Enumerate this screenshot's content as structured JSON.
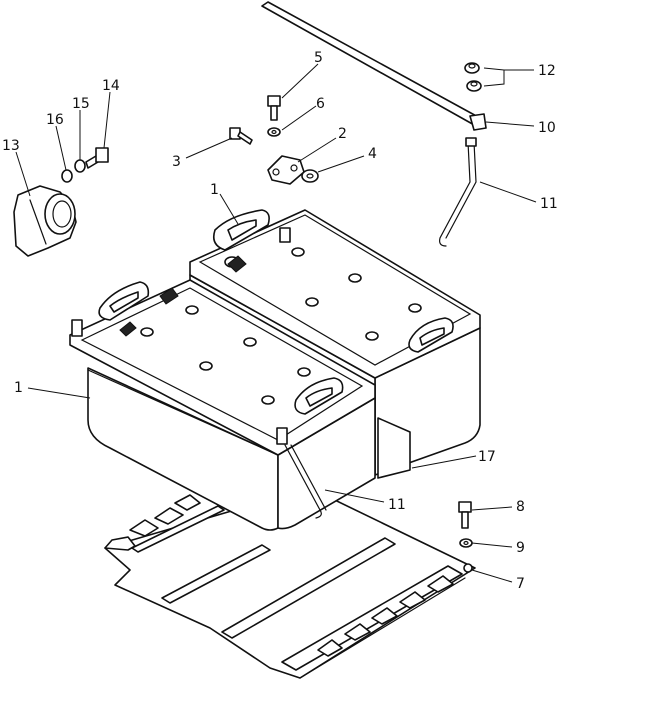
{
  "callouts": {
    "c1a": "1",
    "c1b": "1",
    "c2": "2",
    "c3": "3",
    "c4": "4",
    "c5": "5",
    "c6": "6",
    "c7": "7",
    "c8": "8",
    "c9": "9",
    "c10": "10",
    "c11a": "11",
    "c11b": "11",
    "c12": "12",
    "c13": "13",
    "c14": "14",
    "c15": "15",
    "c16": "16",
    "c17": "17"
  }
}
